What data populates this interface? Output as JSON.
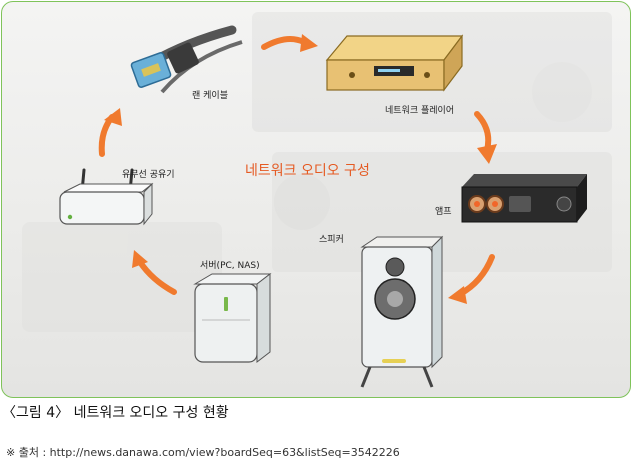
{
  "figure": {
    "center_title": "네트워크 오디오 구성",
    "labels": {
      "lan_cable": "랜 케이블",
      "network_player": "네트워크 플레이어",
      "amp": "앰프",
      "speaker": "스피커",
      "server": "서버(PC, NAS)",
      "router": "유무선 공유기"
    },
    "colors": {
      "arrow": "#f07a2e",
      "title": "#e55a22",
      "border": "#7fc35a"
    }
  },
  "caption": "〈그림 4〉 네트워크 오디오 구성 현황",
  "source": "※ 출처 : http://news.danawa.com/view?boardSeq=63&listSeq=3542226"
}
